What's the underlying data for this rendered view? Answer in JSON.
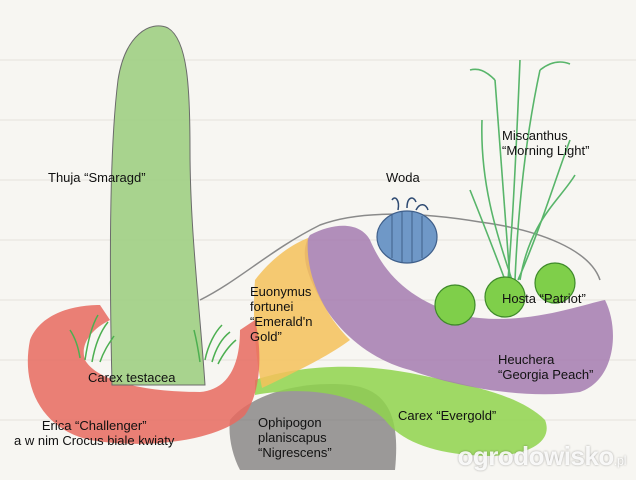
{
  "labels": {
    "thuja": "Thuja “Smaragd”",
    "carex_testacea": "Carex testacea",
    "erica": [
      "Erica “Challenger”",
      "a w nim Crocus biale kwiaty"
    ],
    "euonymus": [
      "Euonymus",
      "fortunei",
      "“Emerald'n",
      "Gold”"
    ],
    "woda": "Woda",
    "miscanthus": [
      "Miscanthus",
      "“Morning Light”"
    ],
    "hosta": "Hosta “Patriot”",
    "heuchera": [
      "Heuchera",
      "“Georgia Peach”"
    ],
    "carex_evergold": "Carex “Evergold”",
    "ophipogon": [
      "Ophipogon",
      "planiscapus",
      "“Nigrescens”"
    ]
  },
  "watermark": {
    "site": "ogrodowisko",
    "tld": ".pl"
  },
  "colors": {
    "paper": "#f7f6f2",
    "thuja_green": "#9fcf83",
    "erica_red": "#e86a5f",
    "euonymus_yellow": "#f4c15a",
    "heuchera_purple": "#a57bb0",
    "carex_lime": "#8fd44c",
    "ophipogon_gray": "#7c7a7a",
    "water_blue": "#6f98c7",
    "hosta_green": "#7fcf4a",
    "grass_green": "#4caf50"
  }
}
